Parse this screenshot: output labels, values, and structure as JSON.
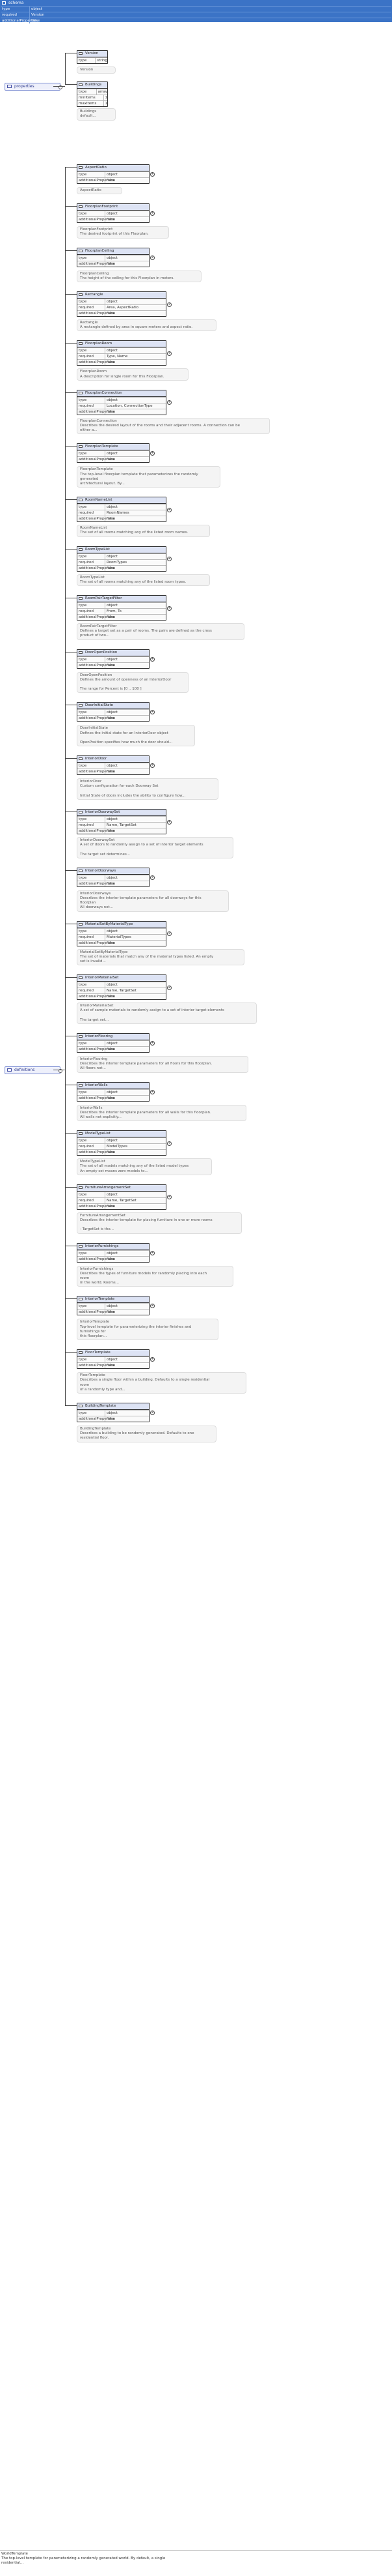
{
  "root": {
    "title": "schema",
    "rows": [
      {
        "key": "type",
        "value": "object"
      },
      {
        "key": "required",
        "value": "Version"
      },
      {
        "key": "additionalProperties",
        "value": "false"
      }
    ]
  },
  "sections": {
    "properties": "properties",
    "definitions": "definitions"
  },
  "properties": [
    {
      "name": "Version",
      "rows": [
        {
          "key": "type",
          "value": "string"
        }
      ],
      "desc": "Version"
    },
    {
      "name": "Buildings",
      "rows": [
        {
          "key": "type",
          "value": "array"
        },
        {
          "key": "minItems",
          "value": "1"
        },
        {
          "key": "maxItems",
          "value": "1"
        }
      ],
      "desc": "Buildings\ndefault..."
    }
  ],
  "definitions": [
    {
      "name": "AspectRatio",
      "rows": [
        {
          "key": "type",
          "value": "object"
        },
        {
          "key": "additionalProperties",
          "value": "false"
        }
      ],
      "desc": "AspectRatio"
    },
    {
      "name": "FloorplanFootprint",
      "rows": [
        {
          "key": "type",
          "value": "object"
        },
        {
          "key": "additionalProperties",
          "value": "false"
        }
      ],
      "desc": "FloorplanFootprint\nThe desired footprint of this Floorplan."
    },
    {
      "name": "FloorplanCeiling",
      "rows": [
        {
          "key": "type",
          "value": "object"
        },
        {
          "key": "additionalProperties",
          "value": "false"
        }
      ],
      "desc": "FloorplanCeiling\nThe height of the ceiling for this Floorplan in meters."
    },
    {
      "name": "Rectangle",
      "rows": [
        {
          "key": "type",
          "value": "object"
        },
        {
          "key": "required",
          "value": "Area, AspectRatio"
        },
        {
          "key": "additionalProperties",
          "value": "false"
        }
      ],
      "desc": "Rectangle\nA rectangle defined by area in square meters and aspect ratio."
    },
    {
      "name": "FloorplanRoom",
      "rows": [
        {
          "key": "type",
          "value": "object"
        },
        {
          "key": "required",
          "value": "Type, Name"
        },
        {
          "key": "additionalProperties",
          "value": "false"
        }
      ],
      "desc": "FloorplanRoom\nA description for single room for this Floorplan."
    },
    {
      "name": "FloorplanConnection",
      "rows": [
        {
          "key": "type",
          "value": "object"
        },
        {
          "key": "required",
          "value": "Location, ConnectionType"
        },
        {
          "key": "additionalProperties",
          "value": "false"
        }
      ],
      "desc": "FloorplanConnection\nDescribes the desired layout of the rooms and their adjacent rooms. A connection can be\neither a..."
    },
    {
      "name": "FloorplanTemplate",
      "rows": [
        {
          "key": "type",
          "value": "object"
        },
        {
          "key": "additionalProperties",
          "value": "false"
        }
      ],
      "desc": "FloorplanTemplate\nThe top-level floorplan template that parameterizes the randomly\ngenerated\narchitectural layout. By..."
    },
    {
      "name": "RoomNameList",
      "rows": [
        {
          "key": "type",
          "value": "object"
        },
        {
          "key": "required",
          "value": "RoomNames"
        },
        {
          "key": "additionalProperties",
          "value": "false"
        }
      ],
      "desc": "RoomNameList\nThe set of all rooms matching any of the listed room names."
    },
    {
      "name": "RoomTypeList",
      "rows": [
        {
          "key": "type",
          "value": "object"
        },
        {
          "key": "required",
          "value": "RoomTypes"
        },
        {
          "key": "additionalProperties",
          "value": "false"
        }
      ],
      "desc": "RoomTypeList\nThe set of all rooms matching any of the listed room types."
    },
    {
      "name": "RoomPairTargetFilter",
      "rows": [
        {
          "key": "type",
          "value": "object"
        },
        {
          "key": "required",
          "value": "From, To"
        },
        {
          "key": "additionalProperties",
          "value": "false"
        }
      ],
      "desc": "RoomPairTargetFilter\nDefines a target set as a pair of rooms. The pairs are defined as the cross\nproduct of two..."
    },
    {
      "name": "DoorOpenPosition",
      "rows": [
        {
          "key": "type",
          "value": "object"
        },
        {
          "key": "additionalProperties",
          "value": "false"
        }
      ],
      "desc": "DoorOpenPosition\nDefines the amount of openness of an InteriorDoor\n\nThe range for Percent is [0 .. 100 ]"
    },
    {
      "name": "DoorInitialState",
      "rows": [
        {
          "key": "type",
          "value": "object"
        },
        {
          "key": "additionalProperties",
          "value": "false"
        }
      ],
      "desc": "DoorInitialState\nDefines the initial state for an InteriorDoor object\n\nOpenPosition specifies how much the door should..."
    },
    {
      "name": "InteriorDoor",
      "rows": [
        {
          "key": "type",
          "value": "object"
        },
        {
          "key": "additionalProperties",
          "value": "false"
        }
      ],
      "desc": "InteriorDoor\nCustom configuration for each Doorway Set\n\nInitial State of doors includes the ability to configure how..."
    },
    {
      "name": "InteriorDoorwaySet",
      "rows": [
        {
          "key": "type",
          "value": "object"
        },
        {
          "key": "required",
          "value": "Name, TargetSet"
        },
        {
          "key": "additionalProperties",
          "value": "false"
        }
      ],
      "desc": "InteriorDoorwaySet\nA set of doors to randomly assign to a set of interior target elements\n\nThe target set determines..."
    },
    {
      "name": "InteriorDoorways",
      "rows": [
        {
          "key": "type",
          "value": "object"
        },
        {
          "key": "additionalProperties",
          "value": "false"
        }
      ],
      "desc": "InteriorDoorways\nDescribes the interior template parameters for all doorways for this\nfloorplan\nAll doorways not..."
    },
    {
      "name": "MaterialSetByMaterialType",
      "rows": [
        {
          "key": "type",
          "value": "object"
        },
        {
          "key": "required",
          "value": "MaterialTypes"
        },
        {
          "key": "additionalProperties",
          "value": "false"
        }
      ],
      "desc": "MaterialSetByMaterialType\nThe set of materials that match any of the material types listed.  An empty\nset is invalid..."
    },
    {
      "name": "InteriorMaterialSet",
      "rows": [
        {
          "key": "type",
          "value": "object"
        },
        {
          "key": "required",
          "value": "Name, TargetSet"
        },
        {
          "key": "additionalProperties",
          "value": "false"
        }
      ],
      "desc": "InteriorMaterialSet\nA set of sample materials to randomly assign to a set of interior target elements\n\nThe target set..."
    },
    {
      "name": "InteriorFlooring",
      "rows": [
        {
          "key": "type",
          "value": "object"
        },
        {
          "key": "additionalProperties",
          "value": "false"
        }
      ],
      "desc": "InteriorFlooring\nDescribes the interior template parameters for all floors for this floorplan.\nAll floors not..."
    },
    {
      "name": "InteriorWalls",
      "rows": [
        {
          "key": "type",
          "value": "object"
        },
        {
          "key": "additionalProperties",
          "value": "false"
        }
      ],
      "desc": "InteriorWalls\nDescribes the interior template parameters for all walls for this floorplan.\nAll walls not explicitly..."
    },
    {
      "name": "ModelTypeList",
      "rows": [
        {
          "key": "type",
          "value": "object"
        },
        {
          "key": "required",
          "value": "ModelTypes"
        },
        {
          "key": "additionalProperties",
          "value": "false"
        }
      ],
      "desc": "ModelTypeList\nThe set of all models matching any of the listed model types\nAn empty set means zero models to..."
    },
    {
      "name": "FurnitureArrangementSet",
      "rows": [
        {
          "key": "type",
          "value": "object"
        },
        {
          "key": "required",
          "value": "Name, TargetSet"
        },
        {
          "key": "additionalProperties",
          "value": "false"
        }
      ],
      "desc": "FurnitureArrangementSet\nDescribes the interior template for placing furniture in one or more rooms\n\n- TargetSet is the..."
    },
    {
      "name": "InteriorFurnishings",
      "rows": [
        {
          "key": "type",
          "value": "object"
        },
        {
          "key": "additionalProperties",
          "value": "false"
        }
      ],
      "desc": "InteriorFurnishings\nDescribes the types of furniture models for randomly placing into each\nroom\nin the world.  Rooms..."
    },
    {
      "name": "InteriorTemplate",
      "rows": [
        {
          "key": "type",
          "value": "object"
        },
        {
          "key": "additionalProperties",
          "value": "false"
        }
      ],
      "desc": "InteriorTemplate\nTop-level template for parameterizing the interior finishes and\nfurnishings for\nthis floorplan..."
    },
    {
      "name": "FloorTemplate",
      "rows": [
        {
          "key": "type",
          "value": "object"
        },
        {
          "key": "additionalProperties",
          "value": "false"
        }
      ],
      "desc": "FloorTemplate\nDescribes a single floor within a building. Defaults to a single residential\nroom\nof a randomly type and..."
    },
    {
      "name": "BuildingTemplate",
      "rows": [
        {
          "key": "type",
          "value": "object"
        },
        {
          "key": "additionalProperties",
          "value": "false"
        }
      ],
      "desc": "BuildingTemplate\nDescribes a building to be randomly generated. Defaults to one\nresidential floor."
    }
  ],
  "footer": "WorldTemplate\nThe top-level template for parameterizing a randomly generated world. By default, a single\nresidential..."
}
